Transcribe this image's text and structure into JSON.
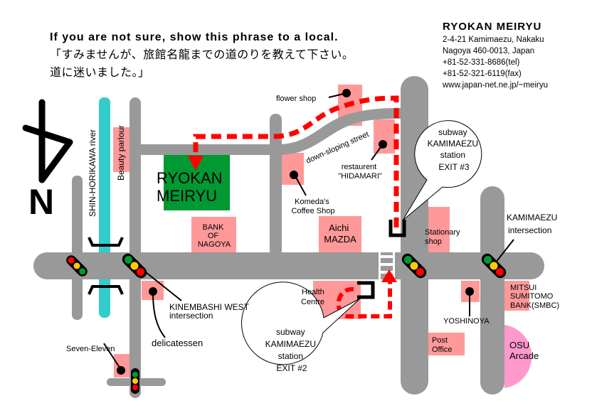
{
  "header": {
    "instruction": "If you are not sure, show this phrase to a local.",
    "japanese_line1": "「すみませんが、旅館名龍までの道のりを教えて下さい。",
    "japanese_line2": "道に迷いました。」"
  },
  "address": {
    "name": "RYOKAN MEIRYU",
    "line1": "2-4-21 Kamimaezu, Nakaku",
    "line2": "Nagoya 460-0013, Japan",
    "tel": "+81-52-331-8686(tel)",
    "fax": "+81-52-321-6119(fax)",
    "web": "www.japan-net.ne.jp/~meiryu"
  },
  "compass": {
    "label": "N"
  },
  "map": {
    "ryokan": [
      "RYOKAN",
      "MEIRYU"
    ],
    "river": "SHIN-HORIKAWA river",
    "beauty_parlour": "Beauty parlour",
    "bank_of_nagoya": [
      "BANK",
      "OF",
      "NAGOYA"
    ],
    "flower_shop": "flower shop",
    "down_sloping_street": "down-sloping street",
    "restaurant": [
      "restaurent",
      "\"HIDAMARI\""
    ],
    "komeda": [
      "Komeda's",
      "Coffee Shop"
    ],
    "aichi_mazda": [
      "Aichi",
      "MAZDA"
    ],
    "exit3": [
      "subway",
      "KAMIMAEZU",
      "station",
      "EXIT #3"
    ],
    "exit2": [
      "subway",
      "KAMIMAEZU",
      "station",
      "EXIT #2"
    ],
    "stationary": [
      "Stationary",
      "shop"
    ],
    "kamimaezu_intersection": [
      "KAMIMAEZU",
      "intersection"
    ],
    "kinembashi": [
      "KINEMBASHI WEST",
      "intersection"
    ],
    "delicatessen": "delicatessen",
    "seven_eleven": "Seven-Eleven",
    "health_centre": [
      "Health",
      "Centre"
    ],
    "yoshinoya": "YOSHINOYA",
    "smbc": [
      "MITSUI",
      "SUMITOMO",
      "BANK(SMBC)"
    ],
    "post_office": [
      "Post",
      "Office"
    ],
    "osu_arcade": [
      "OSU",
      "Arcade"
    ]
  },
  "colors": {
    "road": "#999999",
    "shop": "#ff9999",
    "ryokan": "#009933",
    "river": "#33cccc",
    "route": "#ff0000",
    "arcade": "#ff99cc"
  }
}
